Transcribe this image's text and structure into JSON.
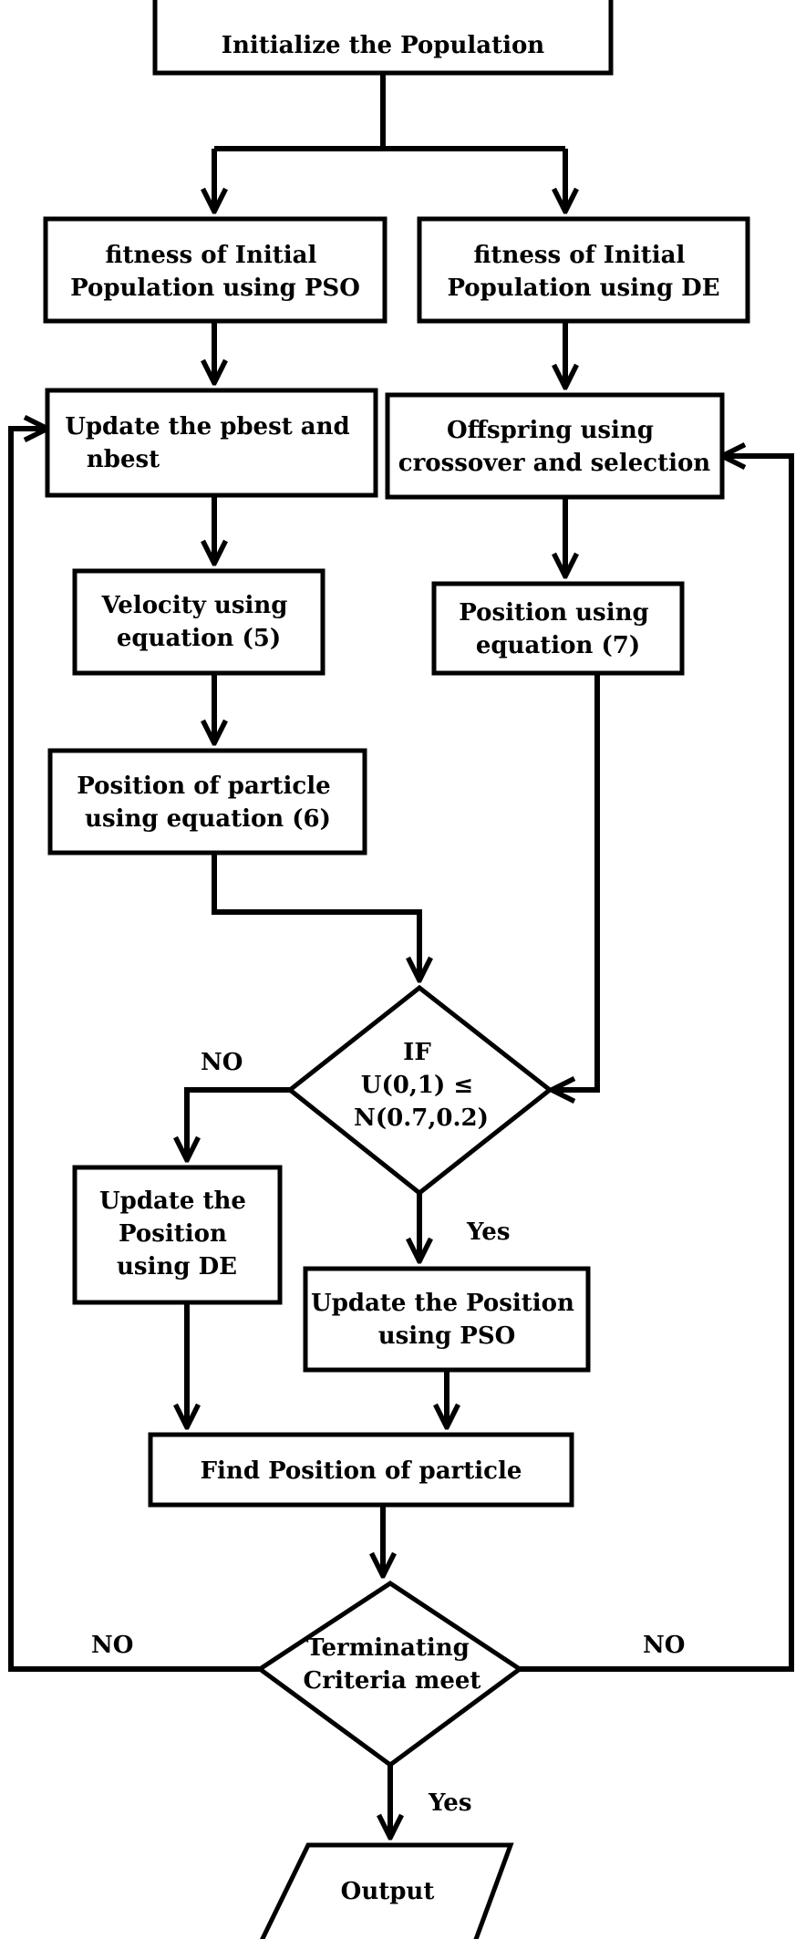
{
  "nodes": {
    "init": "Initialize the Population",
    "fit_pso": [
      "fitness of Initial",
      "Population using PSO"
    ],
    "fit_de": [
      "fitness of Initial",
      "Population using DE"
    ],
    "update_best": [
      "Update the pbest and",
      "nbest"
    ],
    "offspring": [
      "Offspring using",
      "crossover and selection"
    ],
    "velocity": [
      "Velocity using",
      "equation (5)"
    ],
    "position_de": [
      "Position using",
      "equation (7)"
    ],
    "position_particle": [
      "Position of particle",
      "using equation (6)"
    ],
    "decision_if": [
      "IF",
      "U(0,1) ≤",
      "N(0.7,0.2)"
    ],
    "update_de": [
      "Update the",
      "Position",
      "using DE"
    ],
    "update_pso": [
      "Update the Position",
      "using PSO"
    ],
    "find_position": "Find Position of particle",
    "terminating": [
      "Terminating",
      "Criteria meet"
    ],
    "output": "Output"
  },
  "edge_labels": {
    "if_no": "NO",
    "if_yes": "Yes",
    "term_no_left": "NO",
    "term_no_right": "NO",
    "term_yes": "Yes"
  }
}
